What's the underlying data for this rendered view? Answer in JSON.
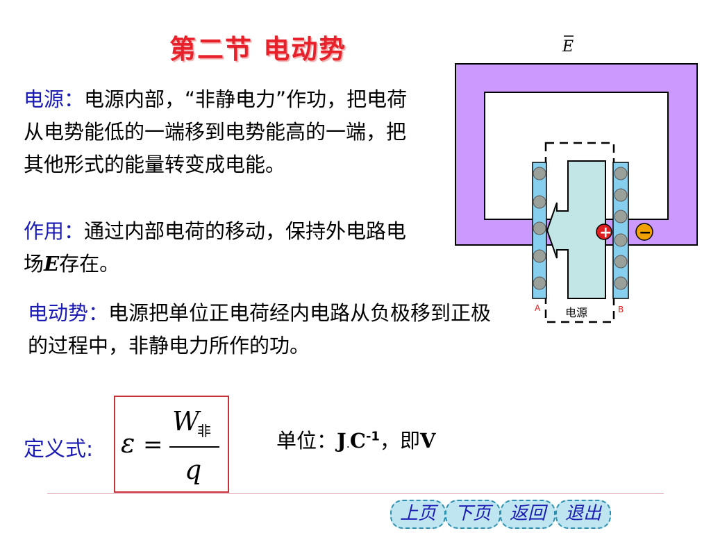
{
  "title": "第二节 电动势",
  "source": {
    "label": "电源：",
    "text": "电源内部，“非静电力”作功，把电荷从电势能低的一端移到电势能高的一端，把其他形式的能量转变成电能。"
  },
  "effect": {
    "label": "作用：",
    "text_before": "通过内部电荷的移动，保持外电路电场",
    "symbol": "E",
    "text_after": "存在。"
  },
  "emf": {
    "label": "电动势：",
    "text": "电源把单位正电荷经内电路从负极移到正极的过程中，非静电力所作的功。"
  },
  "definition": {
    "label": "定义式:",
    "lhs": "ε",
    "equals": "=",
    "numerator": "W",
    "numerator_sub": "非",
    "denominator": "q"
  },
  "unit": {
    "label": "单位：",
    "j": "J",
    "dot": ".",
    "c": "C",
    "exp": "-1",
    "sep": "，即",
    "v": "V"
  },
  "diagram": {
    "field_label": "E",
    "plate_a": "A",
    "plate_b": "B",
    "source_label": "电源",
    "plus": "+",
    "minus": "−",
    "colors": {
      "loop": "#cc99ff",
      "core": "#c2e6e6",
      "plate": "#87cfef",
      "positive": "#e02020",
      "negative": "#f0a000"
    }
  },
  "nav": {
    "prev": "上页",
    "next": "下页",
    "back": "返回",
    "exit": "退出"
  }
}
